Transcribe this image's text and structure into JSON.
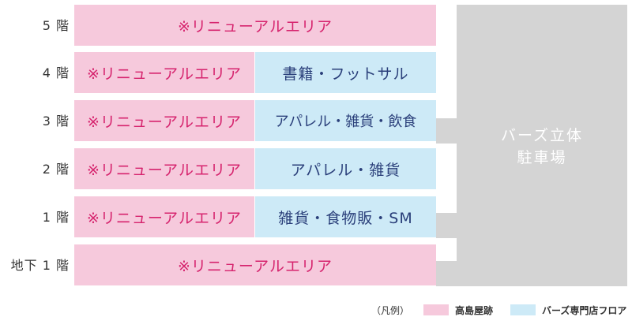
{
  "floors": [
    {
      "label": "5 階",
      "left": "※リニューアルエリア",
      "right": null
    },
    {
      "label": "4 階",
      "left": "※リニューアルエリア",
      "right": "書籍・フットサル"
    },
    {
      "label": "3 階",
      "left": "※リニューアルエリア",
      "right": "アパレル・雑貨・飲食"
    },
    {
      "label": "2 階",
      "left": "※リニューアルエリア",
      "right": "アパレル・雑貨"
    },
    {
      "label": "1 階",
      "left": "※リニューアルエリア",
      "right": "雑貨・食物販・SM"
    },
    {
      "label": "地下 1 階",
      "left": "※リニューアルエリア",
      "right": null
    }
  ],
  "parking": {
    "line1": "バーズ立体",
    "line2": "駐車場"
  },
  "legend": {
    "title": "（凡例）",
    "items": [
      {
        "label": "高島屋跡",
        "color": "#f6c9dc"
      },
      {
        "label": "バーズ専門店フロア",
        "color": "#cdeaf7"
      }
    ]
  },
  "colors": {
    "renewal": "#f6c9dc",
    "renewal_text": "#d6246e",
    "tenant": "#cdeaf7",
    "tenant_text": "#2a3f7a",
    "parking": "#d4d4d4"
  }
}
